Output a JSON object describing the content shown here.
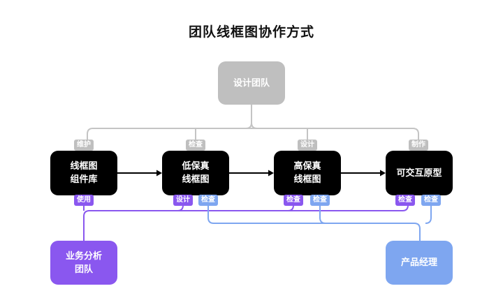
{
  "title": "团队线框图协作方式",
  "colors": {
    "design_team": "#bfbfbf",
    "component": "#000000",
    "business_team": "#8a57ef",
    "product_manager": "#7ea6f0",
    "purple_tag": "#8a57ef",
    "blue_tag": "#7ea6f0",
    "gray_tag": "#bfbfbf"
  },
  "nodes": {
    "design_team": "设计团队",
    "component_library": "线框图\n组件库",
    "low_fidelity": "低保真\n线框图",
    "high_fidelity": "高保真\n线框图",
    "interactive_prototype": "可交互原型",
    "business_team": "业务分析\n团队",
    "product_manager": "产品经理"
  },
  "tags_top": {
    "maintain": "维护",
    "inspect": "检查",
    "design": "设计",
    "make": "制作"
  },
  "tags_bottom": {
    "use": "使用",
    "low_design": "设计",
    "low_inspect": "检查",
    "high_inspect_purple": "检查",
    "high_inspect_blue": "检查",
    "proto_inspect_purple": "检查",
    "proto_inspect_blue": "检查"
  }
}
